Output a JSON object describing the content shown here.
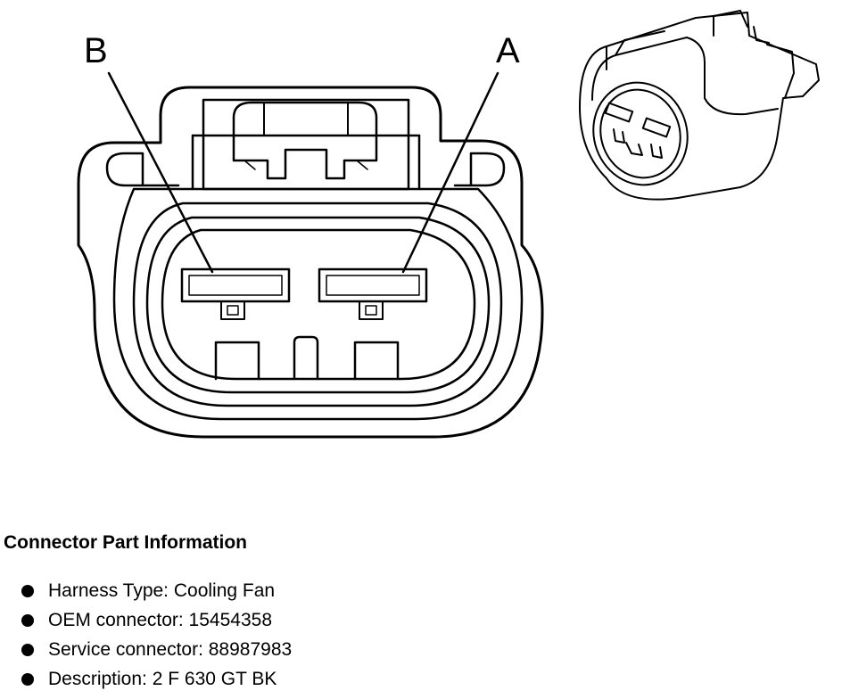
{
  "diagram": {
    "pin_labels": [
      "B",
      "A"
    ],
    "line_color": "#000000",
    "background_color": "#ffffff"
  },
  "info": {
    "title": "Connector Part Information",
    "items": [
      "Harness Type: Cooling Fan",
      "OEM connector: 15454358",
      "Service connector: 88987983",
      "Description: 2 F 630 GT BK"
    ]
  }
}
